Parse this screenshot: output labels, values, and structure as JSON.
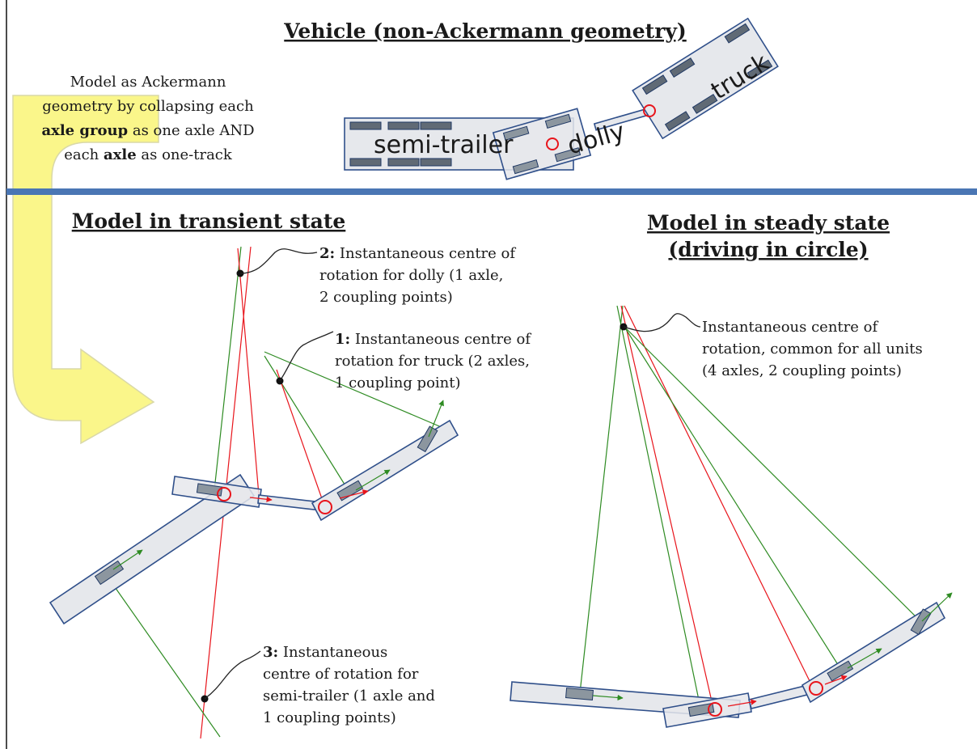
{
  "titles": {
    "vehicle": "Vehicle (non-Ackermann geometry)",
    "transient": "Model in transient state",
    "steady_line1": "Model in steady state",
    "steady_line2": "(driving in circle)"
  },
  "arrow_note": {
    "line1": "Model as Ackermann",
    "line2": "geometry by collapsing each",
    "line3_bold": "axle group",
    "line3_rest": " as one axle AND",
    "line4_pre": "each ",
    "line4_bold": "axle",
    "line4_rest": " as one-track"
  },
  "vehicle_labels": {
    "semi_trailer": "semi-trailer",
    "dolly": "dolly",
    "truck": "truck"
  },
  "notes": {
    "n2": {
      "num": "2:",
      "line1": " Instantaneous centre of",
      "line2": "rotation for dolly (1 axle,",
      "line3": "2 coupling points)"
    },
    "n1": {
      "num": "1:",
      "line1": " Instantaneous centre of",
      "line2": "rotation for truck (2 axles,",
      "line3": "1 coupling point)"
    },
    "n3": {
      "num": "3:",
      "line1": " Instantaneous",
      "line2": "centre of rotation for",
      "line3": "semi-trailer (1 axle and",
      "line4": "1 coupling points)"
    },
    "steady": {
      "line1": "Instantaneous centre of",
      "line2": "rotation, common for all units",
      "line3": "(4 axles, 2 coupling points)"
    }
  },
  "colors": {
    "unit_outline": "#2f4f8a",
    "separator": "#4a76b4",
    "arrow_fill": "#faf68a",
    "velocity_green": "#2e8b22",
    "coupling_red": "#e8141b"
  }
}
